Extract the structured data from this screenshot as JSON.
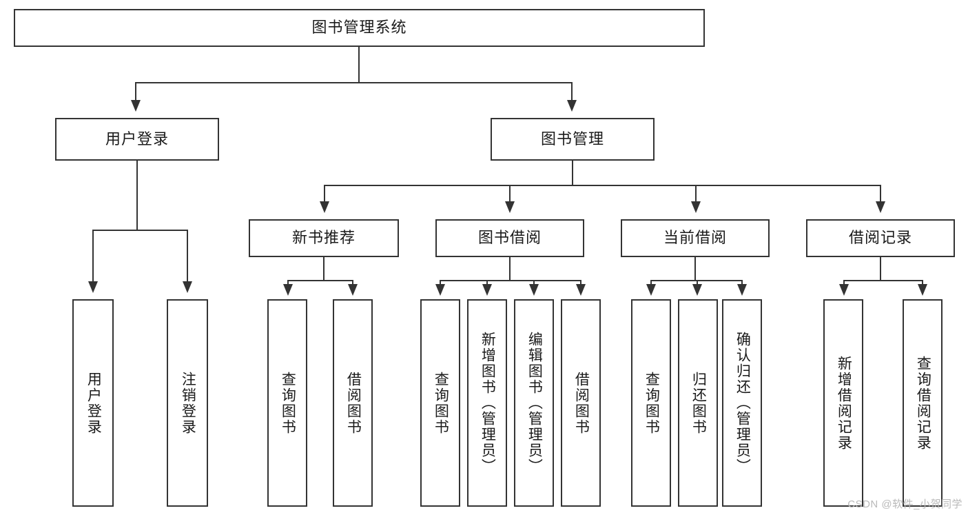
{
  "diagram": {
    "title": "图书管理系统",
    "watermark": "CSDN @软件_小贺同学",
    "accent_color": "#333333",
    "background_color": "#ffffff",
    "root": {
      "label": "图书管理系统"
    },
    "level2": [
      {
        "label": "用户登录"
      },
      {
        "label": "图书管理"
      }
    ],
    "level3": [
      {
        "label": "新书推荐"
      },
      {
        "label": "图书借阅"
      },
      {
        "label": "当前借阅"
      },
      {
        "label": "借阅记录"
      }
    ],
    "leaves": {
      "user_login": [
        {
          "label": "用户登录"
        },
        {
          "label": "注销登录"
        }
      ],
      "new_book_recommend": [
        {
          "label": "查询图书"
        },
        {
          "label": "借阅图书"
        }
      ],
      "book_borrow": [
        {
          "label": "查询图书"
        },
        {
          "label": "新增图书（管理员）"
        },
        {
          "label": "编辑图书（管理员）"
        },
        {
          "label": "借阅图书"
        }
      ],
      "current_borrow": [
        {
          "label": "查询图书"
        },
        {
          "label": "归还图书"
        },
        {
          "label": "确认归还（管理员）"
        }
      ],
      "borrow_record": [
        {
          "label": "新增借阅记录"
        },
        {
          "label": "查询借阅记录"
        }
      ]
    }
  }
}
